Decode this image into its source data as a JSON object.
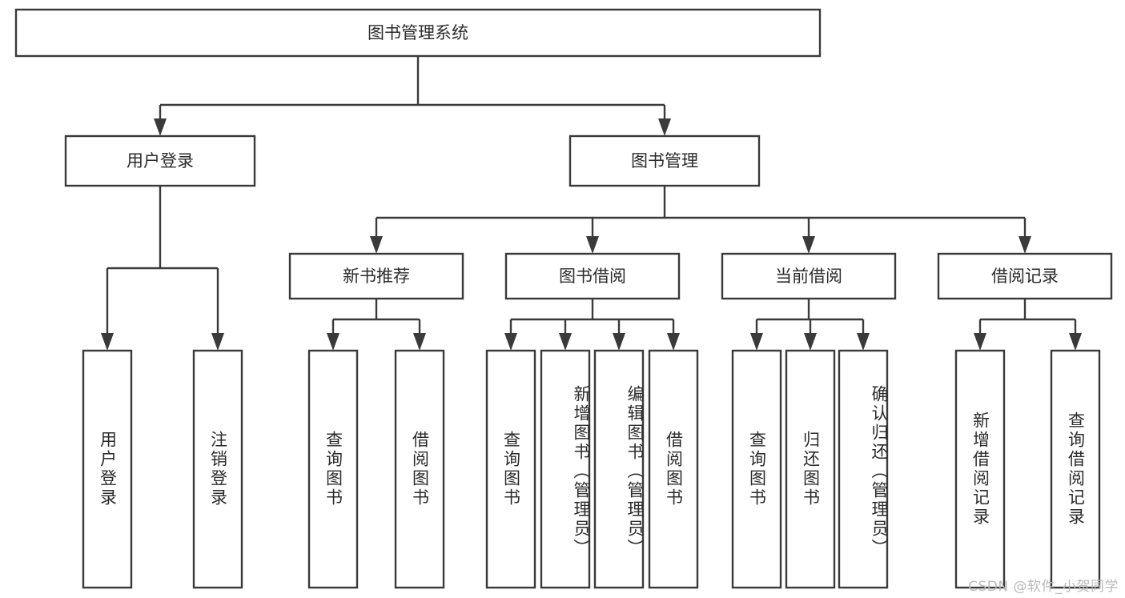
{
  "diagram": {
    "title": "图书管理系统",
    "type": "tree-hierarchy",
    "watermark": "CSDN @软件_小贺同学",
    "colors": {
      "stroke": "#3a3a3a",
      "fill": "#ffffff",
      "text": "#2b2b2b",
      "watermark": "#b9b9b9"
    },
    "root": {
      "label": "图书管理系统"
    },
    "level2": [
      {
        "label": "用户登录"
      },
      {
        "label": "图书管理"
      }
    ],
    "level3": [
      {
        "label": "新书推荐"
      },
      {
        "label": "图书借阅"
      },
      {
        "label": "当前借阅"
      },
      {
        "label": "借阅记录"
      }
    ],
    "leaves": {
      "user_login": [
        {
          "label": "用户登录"
        },
        {
          "label": "注销登录"
        }
      ],
      "new_book_recommend": [
        {
          "label": "查询图书"
        },
        {
          "label": "借阅图书"
        }
      ],
      "book_borrow": [
        {
          "label": "查询图书"
        },
        {
          "label": "新增图书（管理员）"
        },
        {
          "label": "编辑图书（管理员）"
        },
        {
          "label": "借阅图书"
        }
      ],
      "current_borrow": [
        {
          "label": "查询图书"
        },
        {
          "label": "归还图书"
        },
        {
          "label": "确认归还（管理员）"
        }
      ],
      "borrow_record": [
        {
          "label": "新增借阅记录"
        },
        {
          "label": "查询借阅记录"
        }
      ]
    }
  }
}
